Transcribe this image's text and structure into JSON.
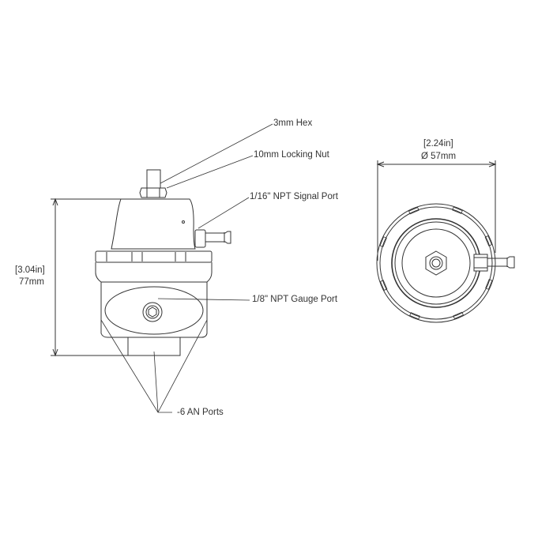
{
  "callouts": {
    "hex": "3mm Hex",
    "nut": "10mm Locking Nut",
    "signal_port": "1/16\" NPT Signal Port",
    "gauge_port": "1/8\" NPT Gauge Port",
    "an_ports": "-6 AN Ports"
  },
  "dimensions": {
    "height_in": "[3.04in]",
    "height_mm": "77mm",
    "diameter_in": "[2.24in]",
    "diameter_mm": "Ø 57mm"
  },
  "colors": {
    "line": "#333333",
    "background": "#ffffff"
  }
}
